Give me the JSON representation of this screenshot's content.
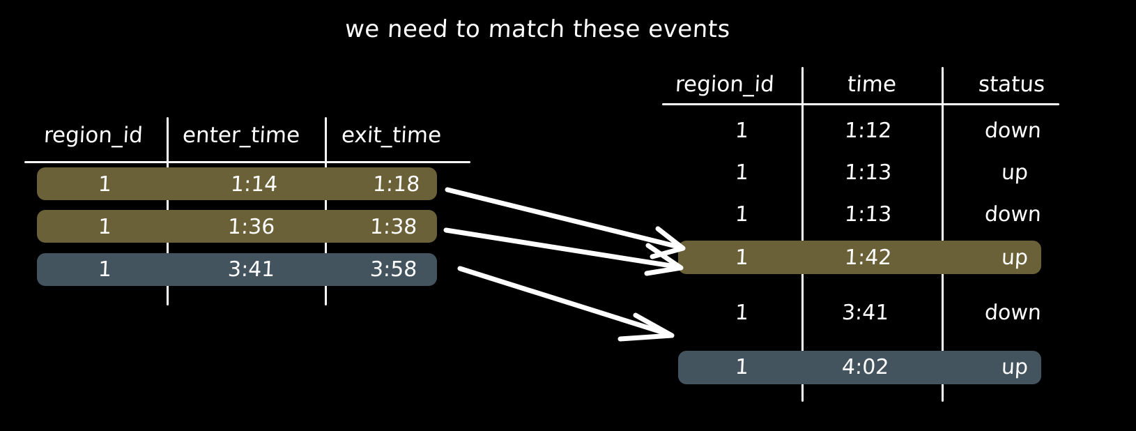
{
  "title": "we need to match these events",
  "colors": {
    "background": "#000000",
    "foreground": "#ffffff",
    "highlight_olive": "#6a6139",
    "highlight_blue": "#44545f"
  },
  "left_table": {
    "name": "intervals-table",
    "columns": [
      "region_id",
      "enter_time",
      "exit_time"
    ],
    "rows": [
      {
        "region_id": "1",
        "enter_time": "1:14",
        "exit_time": "1:18",
        "highlight": "olive"
      },
      {
        "region_id": "1",
        "enter_time": "1:36",
        "exit_time": "1:38",
        "highlight": "olive"
      },
      {
        "region_id": "1",
        "enter_time": "3:41",
        "exit_time": "3:58",
        "highlight": "blue"
      }
    ]
  },
  "right_table": {
    "name": "events-table",
    "columns": [
      "region_id",
      "time",
      "status"
    ],
    "rows": [
      {
        "region_id": "1",
        "time": "1:12",
        "status": "down",
        "highlight": "none"
      },
      {
        "region_id": "1",
        "time": "1:13",
        "status": "up",
        "highlight": "none"
      },
      {
        "region_id": "1",
        "time": "1:13",
        "status": "down",
        "highlight": "none"
      },
      {
        "region_id": "1",
        "time": "1:42",
        "status": "up",
        "highlight": "olive"
      },
      {
        "region_id": "1",
        "time": "3:41",
        "status": "down",
        "highlight": "none"
      },
      {
        "region_id": "1",
        "time": "4:02",
        "status": "up",
        "highlight": "blue"
      }
    ]
  },
  "arrows": [
    {
      "name": "arrow-row1-to-1-42",
      "from_row": 0,
      "to_row": 3
    },
    {
      "name": "arrow-row2-to-1-42",
      "from_row": 1,
      "to_row": 3
    },
    {
      "name": "arrow-row3-to-4-02",
      "from_row": 2,
      "to_row": 5
    }
  ]
}
